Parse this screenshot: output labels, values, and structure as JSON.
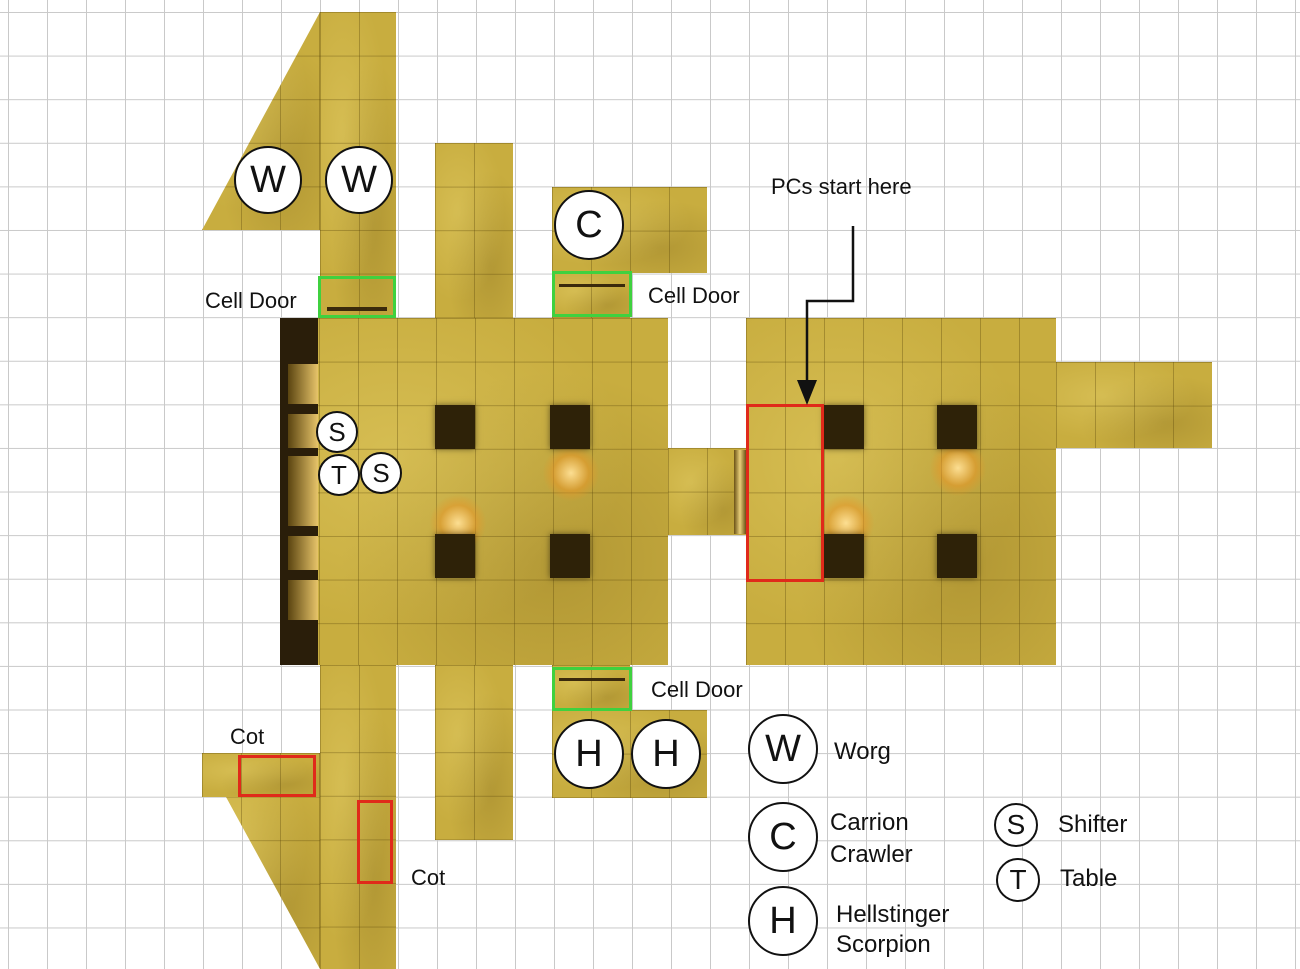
{
  "labels": {
    "cell_door": "Cell Door",
    "cot": "Cot",
    "pcs_start": "PCs start here"
  },
  "tokens": {
    "worg": "W",
    "carrion_crawler": "C",
    "hellstinger_scorpion": "H",
    "shifter": "S",
    "table": "T"
  },
  "legend": {
    "worg": "Worg",
    "carrion_crawler_line1": "Carrion",
    "carrion_crawler_line2": "Crawler",
    "hellstinger_line1": "Hellstinger",
    "hellstinger_line2": "Scorpion",
    "shifter": "Shifter",
    "table": "Table"
  },
  "colors": {
    "floor": "#c8ad3f",
    "door_frame": "#3fd13f",
    "marker_frame": "#e02a1a",
    "grid": "#c9c9c9"
  }
}
